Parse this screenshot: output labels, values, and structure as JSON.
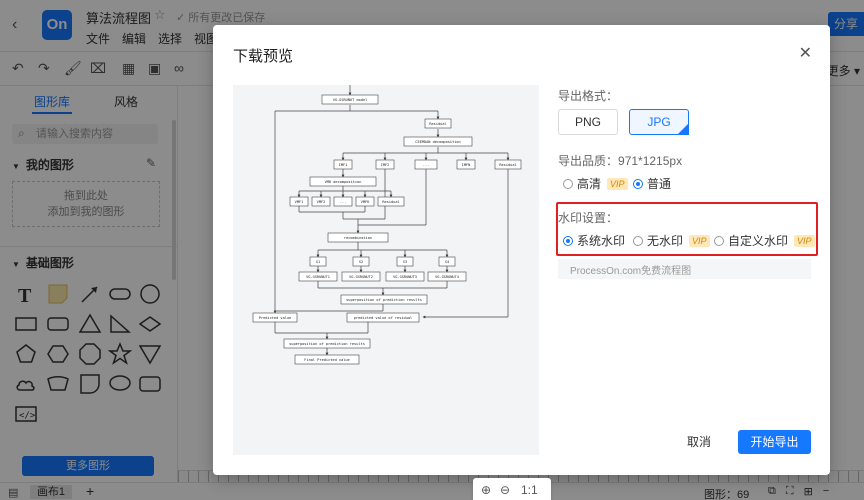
{
  "app": {
    "back_icon": "back-arrow-icon",
    "logo_text": "On",
    "doc_title": "算法流程图",
    "saved_status": "所有更改已保存",
    "menus": [
      "文件",
      "编辑",
      "选择",
      "视图"
    ],
    "share_label": "分享"
  },
  "toolbar": {
    "more_label": "更多"
  },
  "left_panel": {
    "tabs": [
      {
        "label": "图形库",
        "active": true
      },
      {
        "label": "风格",
        "active": false
      }
    ],
    "search_placeholder": "请输入搜索内容",
    "my_shapes_title": "我的图形",
    "drop_line1": "拖到此处",
    "drop_line2": "添加到我的图形",
    "basic_shapes_title": "基础图形",
    "more_shapes_label": "更多图形"
  },
  "statusbar": {
    "canvas_tab": "画布1",
    "add_page": "+",
    "shape_count": "图形：69"
  },
  "modal": {
    "title": "下载预览",
    "format_label": "导出格式：",
    "formats": [
      {
        "label": "PNG",
        "selected": false
      },
      {
        "label": "JPG",
        "selected": true
      }
    ],
    "quality_label": "导出品质：",
    "quality_value": "971*1215px",
    "quality_options": [
      {
        "label": "高清",
        "vip": "VIP",
        "selected": false
      },
      {
        "label": "普通",
        "selected": true
      }
    ],
    "watermark_label": "水印设置：",
    "watermark_options": [
      {
        "label": "系统水印",
        "selected": true
      },
      {
        "label": "无水印",
        "vip": "VIP",
        "selected": false
      },
      {
        "label": "自定义水印",
        "vip": "VIP",
        "selected": false
      }
    ],
    "watermark_text": "ProcessOn.com免费流程图",
    "zoom_ratio": "1:1",
    "cancel_label": "取消",
    "export_label": "开始导出"
  },
  "flowchart": {
    "nodes": {
      "top": "VG-GSRUNUT model",
      "residual1": "Residual",
      "ceemdan": "CEEMDAN decomposition",
      "imf1": "IMF1",
      "imf2": "IMF2",
      "dots": "...",
      "imfn": "IMFN",
      "residual2": "Residual",
      "vmd": "VMD decomposition",
      "vmf1": "VMF1",
      "vmf2": "VMF2",
      "vmfdots": "...",
      "vmfk": "VMFK",
      "residual3": "Residual",
      "recon": "recombination",
      "s1": "S1",
      "s2": "S2",
      "s3": "S3",
      "s4": "S4",
      "m1": "VG-GSRUNUT1",
      "m2": "VG-GSRUNUT2",
      "m3": "VG-GSRUNUT3",
      "m4": "VG-GSRUNUT4",
      "sup1": "superposition of prediction results",
      "pred_res": "predicted value of residual",
      "pred_val": "Predicted value",
      "sup2": "superposition of prediction results",
      "final": "Final Predicted value"
    }
  }
}
